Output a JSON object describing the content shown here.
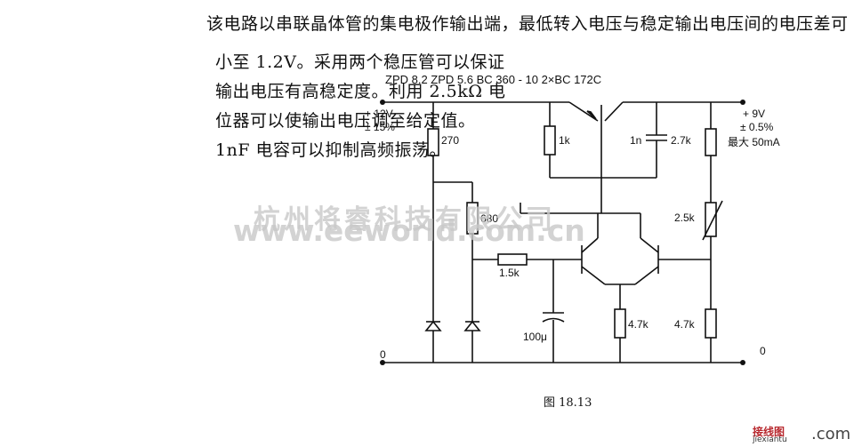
{
  "description": {
    "lines": [
      "该电路以串联晶体管的集电极作输出端，最低转入电压与稳定输出电压间的电压差可",
      "小至 1.2V。采用两个稳压管可以保证",
      "输出电压有高稳定度。利用 2.5kΩ 电",
      "位器可以使输出电压调至给定值。",
      "1nF 电容可以抑制高频振荡。"
    ]
  },
  "diagram": {
    "parts_header": "ZPD 8.2   ZPD 5.6   BC 360 - 10   2×BC 172C",
    "input": {
      "voltage": "+ 12V",
      "tolerance": "± 15%"
    },
    "output": {
      "voltage": "+ 9V",
      "tolerance": "± 0.5%",
      "max_current": "最大 50mA"
    },
    "components": {
      "r270": "270",
      "r680": "680",
      "r1k": "1k",
      "c1n": "1n",
      "r2k7": "2.7k",
      "pot": "2.5k",
      "r1k5": "1.5k",
      "c100u": "100μ",
      "r4k7_mid": "4.7k",
      "r4k7_right": "4.7k"
    },
    "ground_left": "0",
    "ground_right": "0",
    "caption": "图 18.13"
  },
  "watermark": {
    "cn": "杭州将睿科技有限公司",
    "url": "www.eeworld.com.cn"
  },
  "corner_mark": {
    "cn": "接线图",
    "url": "jiexiantu",
    "dotcom": ".com"
  }
}
